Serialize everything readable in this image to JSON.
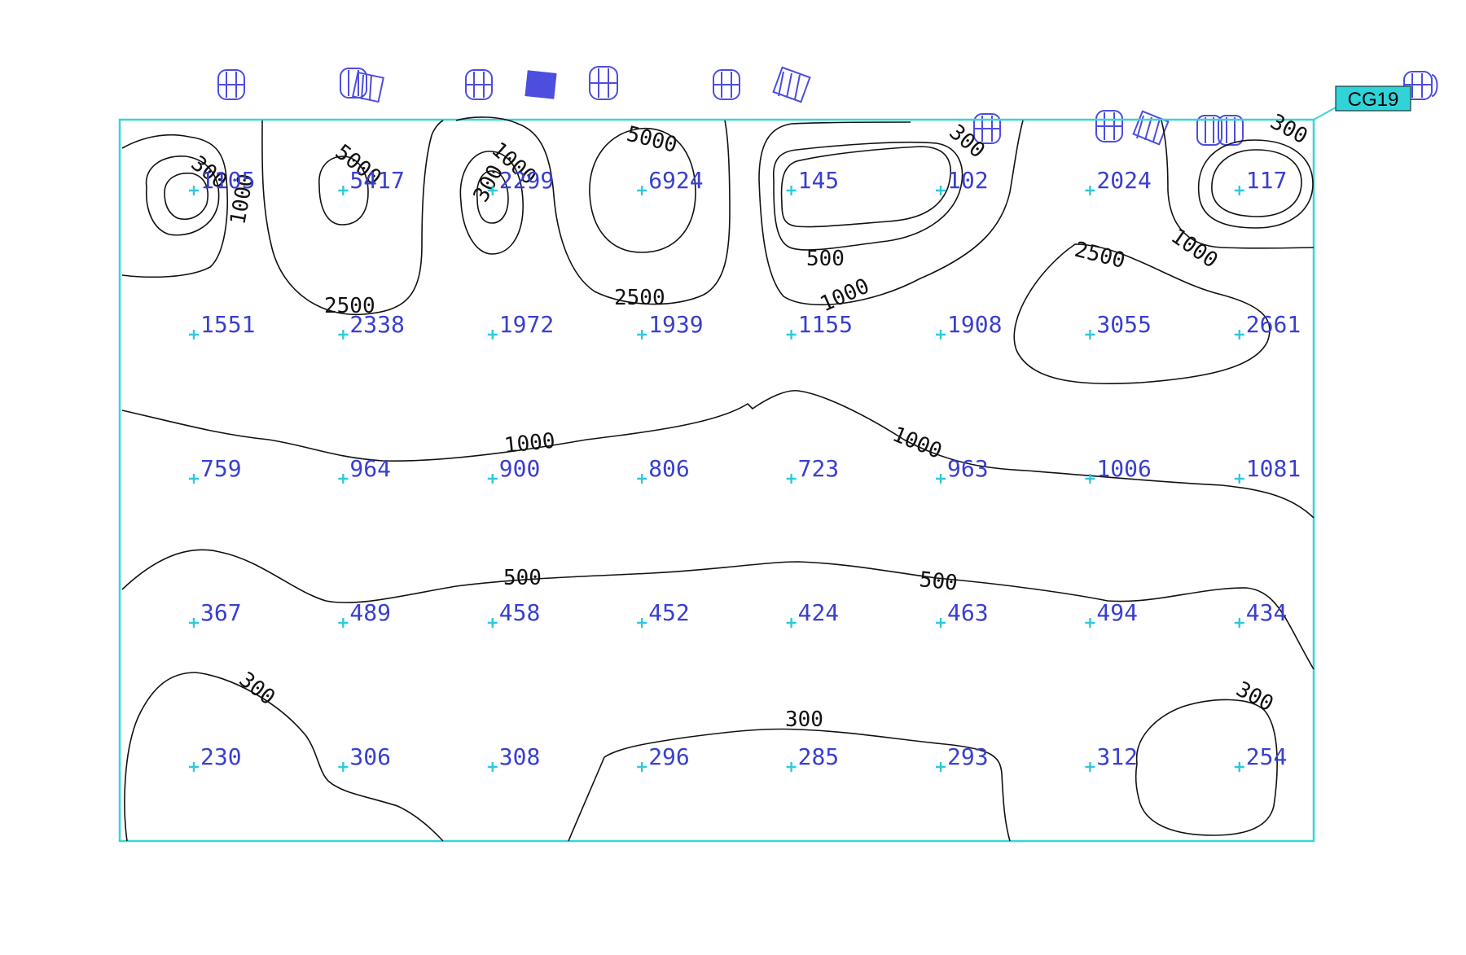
{
  "diagram": {
    "zone_tag": "CG19",
    "colors": {
      "border": "#37d6d6",
      "grid_marker": "#2ec9d9",
      "grid_text": "#3a3fd0",
      "contour": "#111111",
      "luminaire": "#4d4de0",
      "tag_fill": "#30d3d8"
    },
    "grid_values": [
      [
        "1105",
        "5417",
        "2299",
        "6924",
        "145",
        "102",
        "2024",
        "117"
      ],
      [
        "1551",
        "2338",
        "1972",
        "1939",
        "1155",
        "1908",
        "3055",
        "2661"
      ],
      [
        "759",
        "964",
        "900",
        "806",
        "723",
        "963",
        "1006",
        "1081"
      ],
      [
        "367",
        "489",
        "458",
        "452",
        "424",
        "463",
        "494",
        "434"
      ],
      [
        "230",
        "306",
        "308",
        "296",
        "285",
        "293",
        "312",
        "254"
      ]
    ],
    "contour_labels": [
      "300",
      "1000",
      "5000",
      "1000",
      "300",
      "5000",
      "300",
      "500",
      "1000",
      "300",
      "2500",
      "2500",
      "1000",
      "2500",
      "1000",
      "1000",
      "500",
      "500",
      "300",
      "300",
      "300"
    ]
  }
}
